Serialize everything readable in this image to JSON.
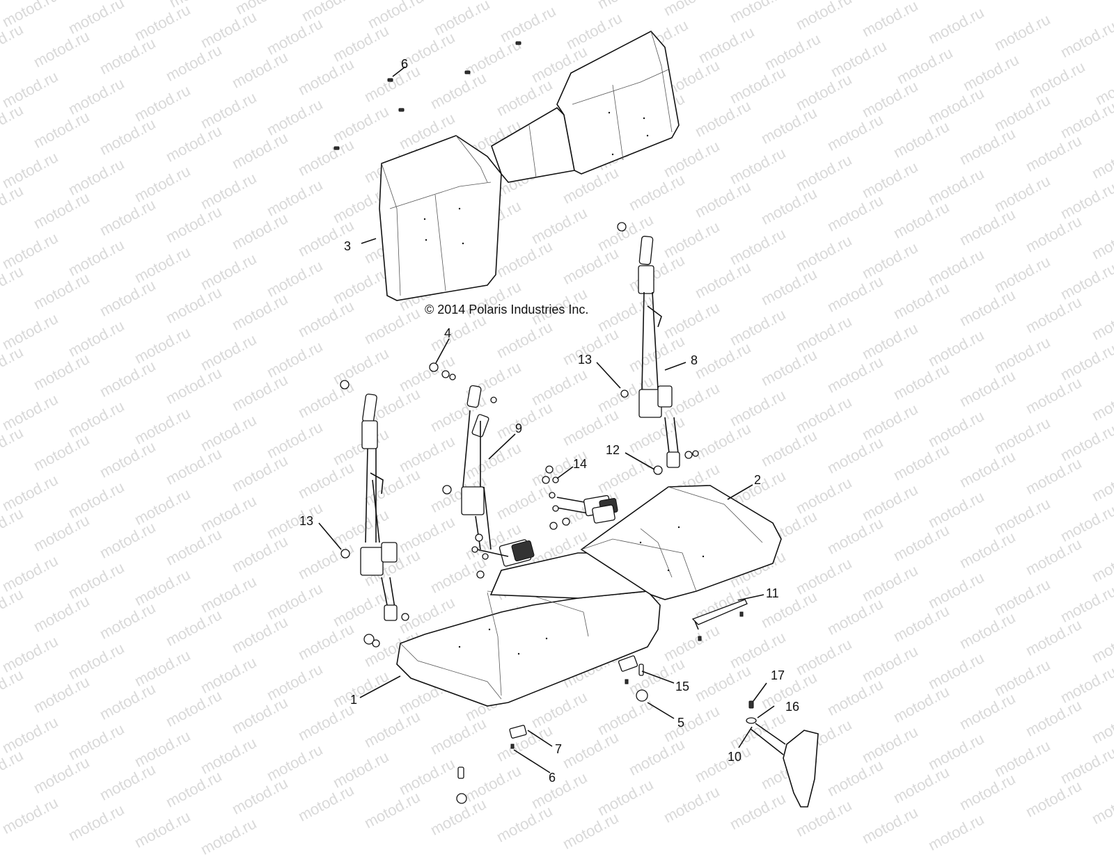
{
  "watermark": {
    "text": "motod.ru"
  },
  "copyright": "© 2014 Polaris Industries Inc.",
  "callouts": [
    "6",
    "3",
    "4",
    "13",
    "8",
    "9",
    "12",
    "14",
    "2",
    "13",
    "11",
    "1",
    "15",
    "17",
    "16",
    "5",
    "7",
    "6",
    "10"
  ]
}
